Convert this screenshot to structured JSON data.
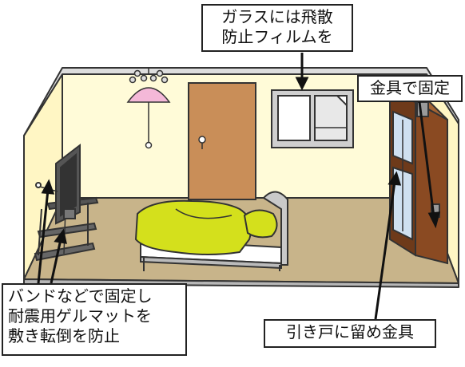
{
  "labels": {
    "glass": [
      "ガラスには飛散",
      "防止フィルムを"
    ],
    "bracket": "金具で固定",
    "tv": [
      "バンドなどで固定し",
      "耐震用ゲルマットを",
      "敷き転倒を防止"
    ],
    "sliding_door": "引き戸に留め金具"
  },
  "colors": {
    "wall": "#fffbd8",
    "floor": "#c8b48a",
    "door": "#c98e58",
    "cabinet": "#8a4a22",
    "bed_cover": "#d4e01c",
    "lamp": "#f4b8d8",
    "window_frame": "#cfcfcf",
    "outline": "#333333"
  }
}
